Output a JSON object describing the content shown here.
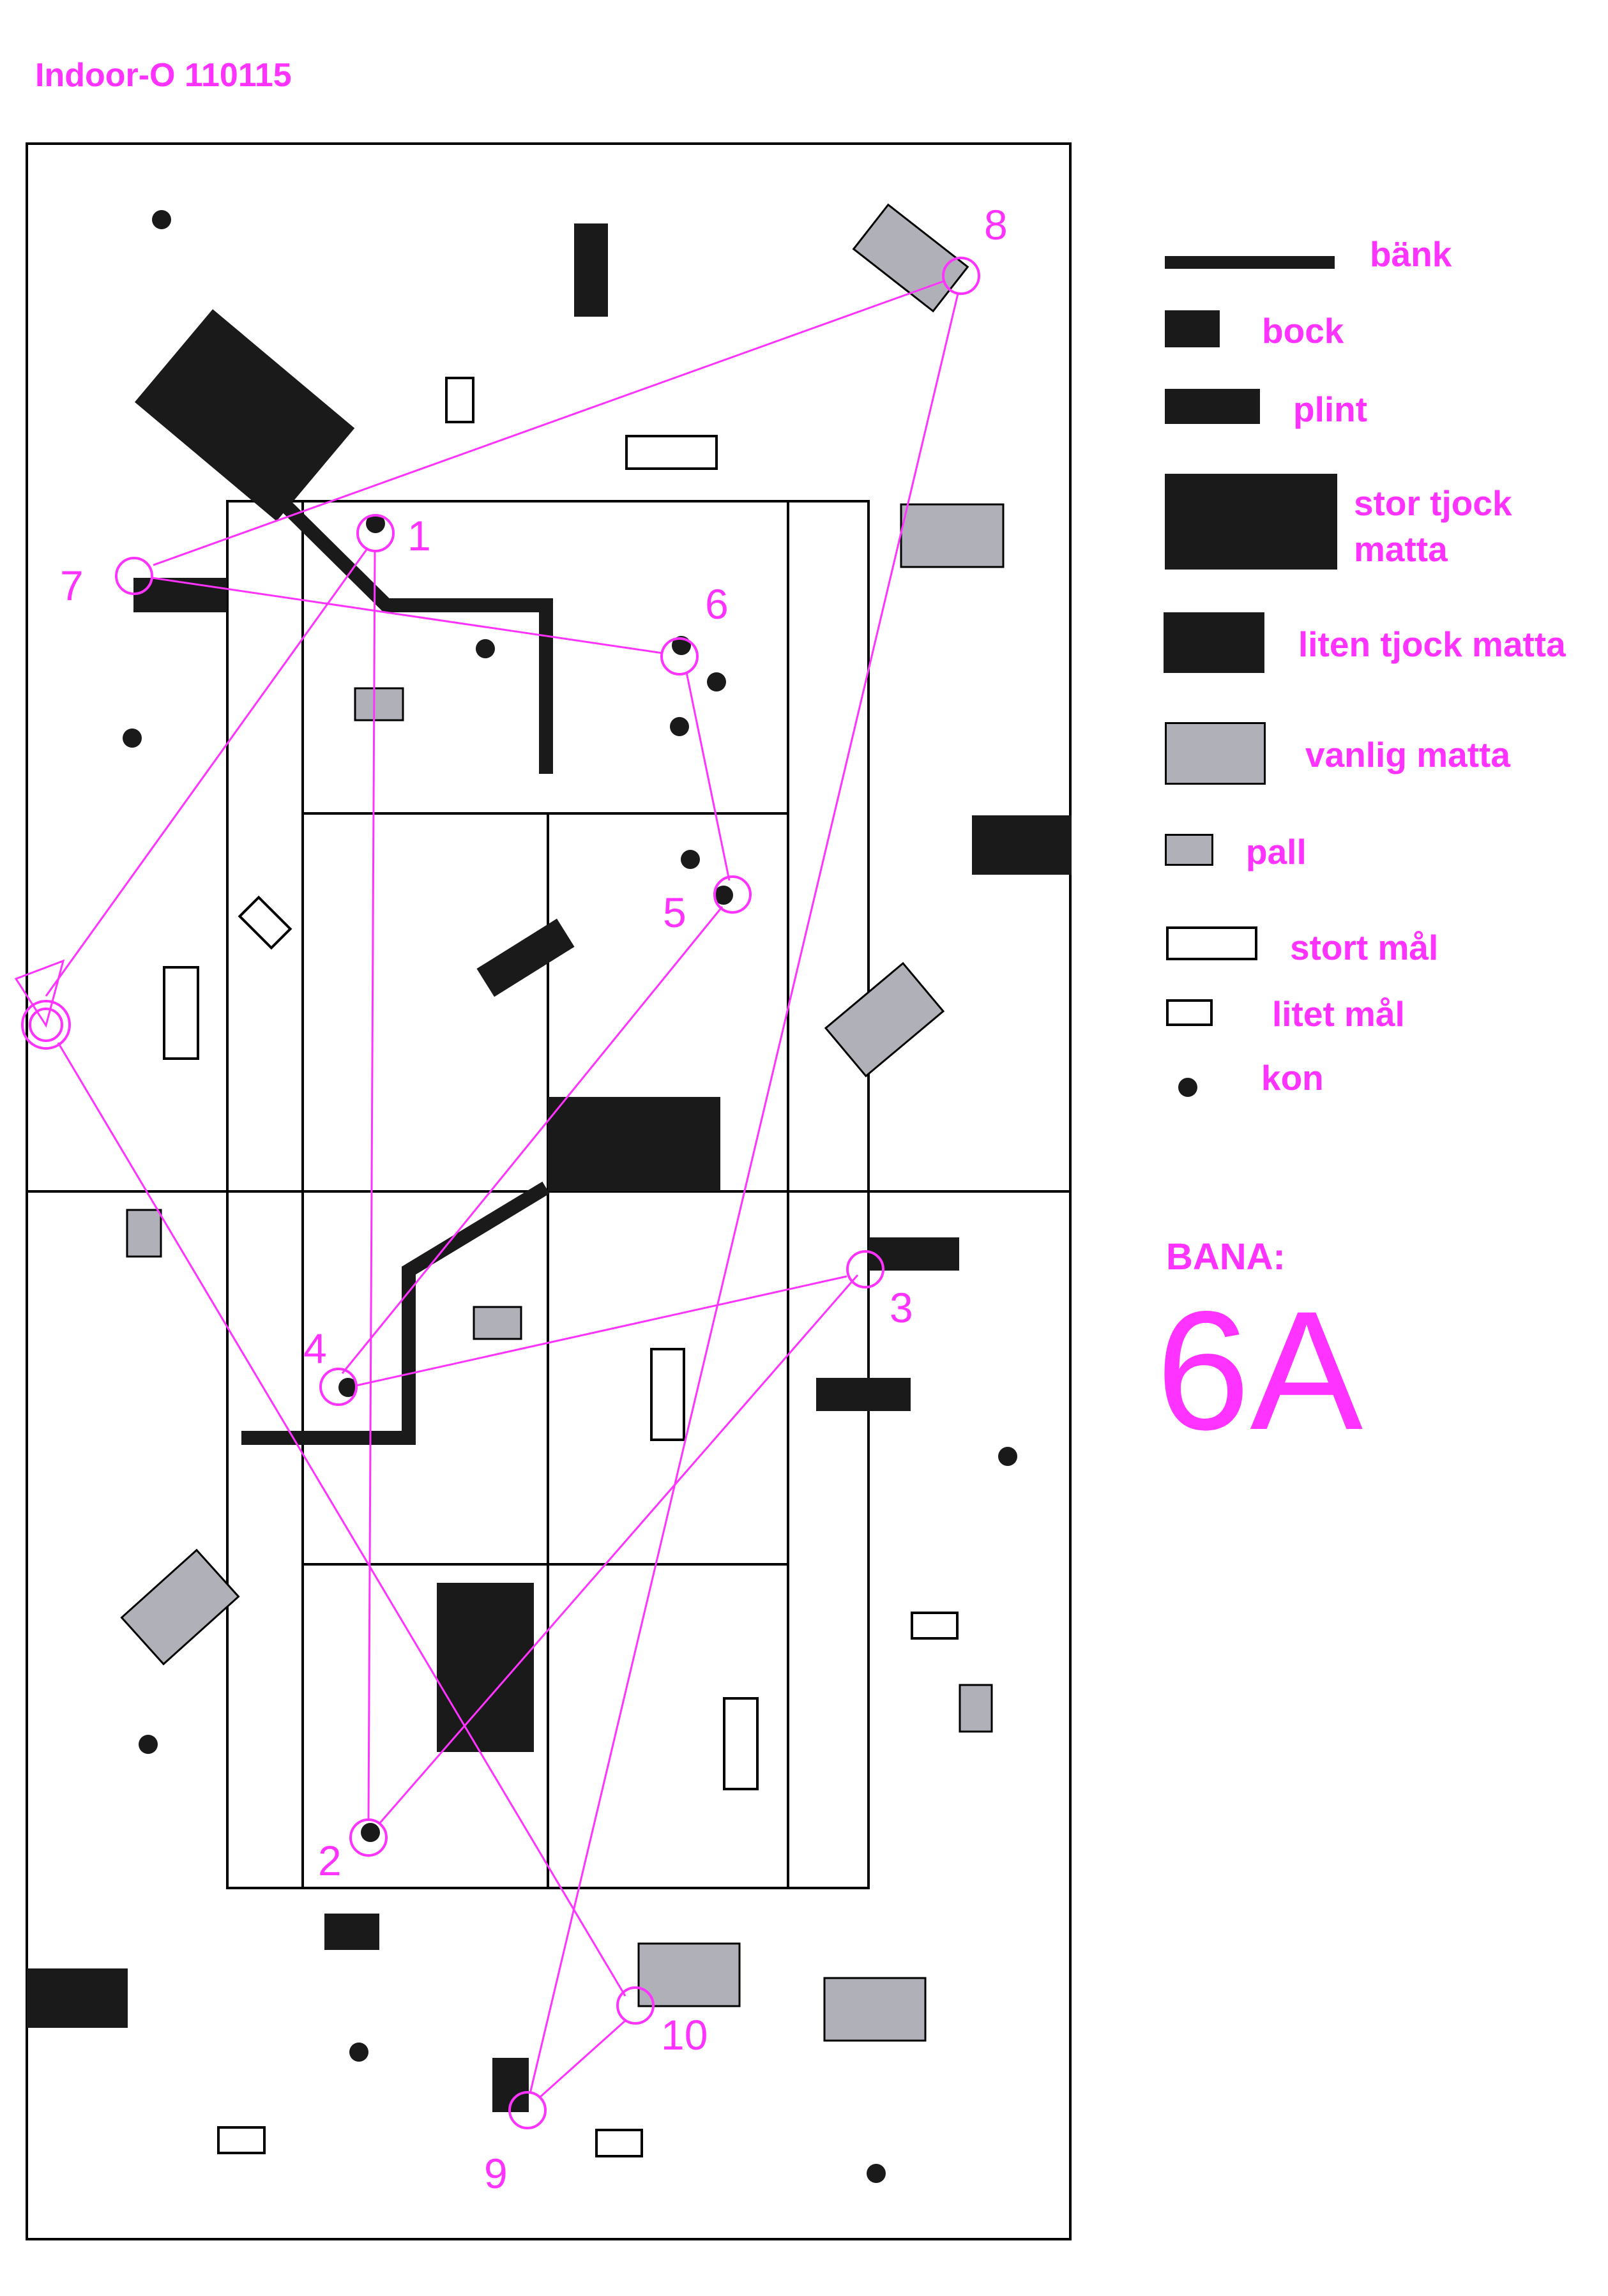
{
  "title": "Indoor-O 110115",
  "legend": [
    {
      "symbol": "bench",
      "label": "bänk"
    },
    {
      "symbol": "buck",
      "label": "bock"
    },
    {
      "symbol": "vaulting-box",
      "label": "plint"
    },
    {
      "symbol": "large-thick-mat",
      "label": "stor tjock matta"
    },
    {
      "symbol": "small-thick-mat",
      "label": "liten tjock matta"
    },
    {
      "symbol": "regular-mat",
      "label": "vanlig matta"
    },
    {
      "symbol": "platform",
      "label": "pall"
    },
    {
      "symbol": "large-goal",
      "label": "stort mål"
    },
    {
      "symbol": "small-goal",
      "label": "litet mål"
    },
    {
      "symbol": "cone",
      "label": "kon"
    }
  ],
  "course": {
    "label": "BANA:",
    "name": "6A",
    "controls": [
      "1",
      "2",
      "3",
      "4",
      "5",
      "6",
      "7",
      "8",
      "9",
      "10"
    ]
  },
  "colors": {
    "course": "#ff33ff",
    "black_objects": "#1a1a1a",
    "grey_objects": "#b0b0b8",
    "lines": "#000000"
  }
}
